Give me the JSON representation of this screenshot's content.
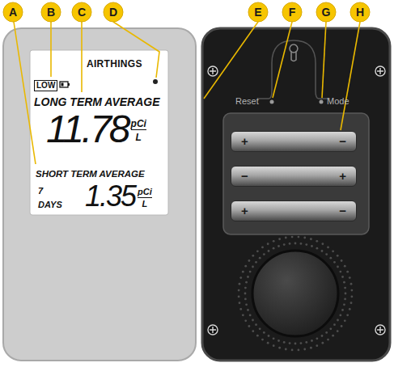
{
  "diagram": {
    "nodes": [
      {
        "text": [
          "AIRTHINGS",
          "LOW",
          "LONG TERM AVERAGE",
          "11.78",
          "pCi",
          "L",
          "SHORT TERM AVERAGE",
          "7 DAYS",
          "1.35",
          "pCi",
          "L"
        ]
      },
      {
        "text": [
          "+",
          "−"
        ]
      },
      {
        "text": [
          "−",
          "+"
        ]
      },
      {
        "text": [
          "+",
          "−"
        ]
      }
    ],
    "labels": [
      "A",
      "B",
      "C",
      "D",
      "E",
      "F",
      "G",
      "H",
      "Reset",
      "Mode"
    ]
  }
}
